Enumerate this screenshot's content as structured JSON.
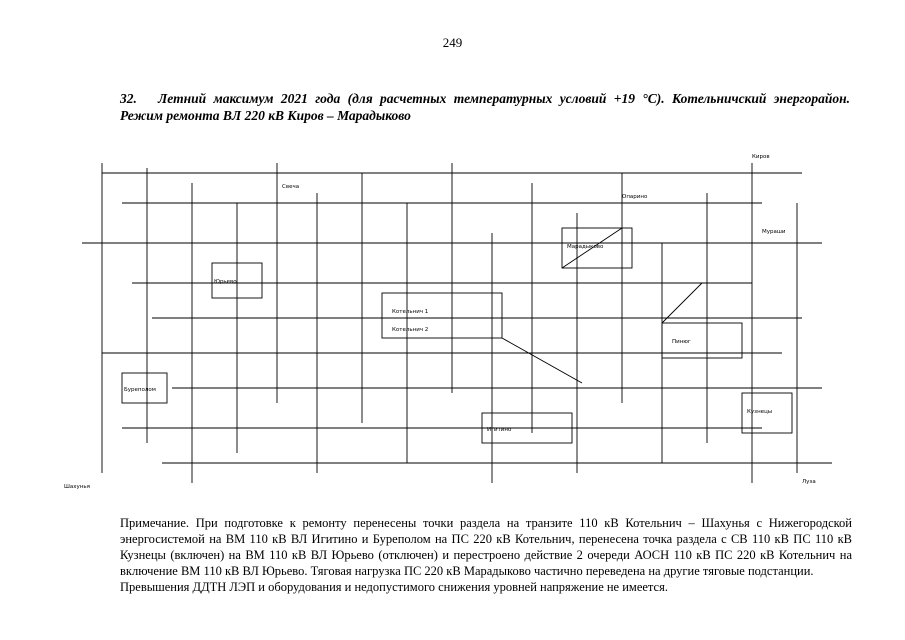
{
  "page": {
    "number": "249"
  },
  "heading": {
    "number": "32.",
    "text": "Летний максимум 2021 года (для расчетных температурных условий +19 °С). Котельничский энергорайон. Режим ремонта ВЛ 220 кВ Киров – Марадыково"
  },
  "scheme": {
    "labels": [
      "Котельнич 1",
      "Котельнич 2",
      "Марадыково",
      "Киров",
      "Юрьево",
      "Шахунья",
      "Пинюг",
      "Буреполом",
      "Игитино",
      "Кузнецы",
      "Свеча",
      "Опарино",
      "Мураши",
      "Луза"
    ]
  },
  "note": {
    "text": "Примечание. При подготовке к ремонту перенесены точки раздела на транзите 110 кВ Котельнич – Шахунья с Нижегородской энергосистемой на ВМ 110 кВ ВЛ Игитино и Буреполом на ПС 220 кВ Котельнич, перенесена точка раздела с СВ 110 кВ ПС 110 кВ Кузнецы (включен) на ВМ 110 кВ ВЛ Юрьево (отключен) и перестроено действие 2 очереди АОСН 110 кВ ПС 220 кВ Котельнич на включение ВМ 110 кВ ВЛ Юрьево. Тяговая нагрузка ПС 220 кВ Марадыково частично переведена на другие тяговые подстанции.",
    "text2": "Превышения ДДТН ЛЭП и оборудования и недопустимого снижения уровней напряжение не имеется."
  }
}
